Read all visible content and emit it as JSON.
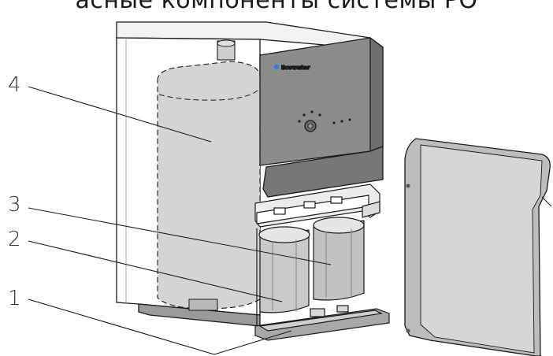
{
  "title": "асные компоненты системы РО",
  "brand": {
    "label": "Ecowater",
    "color": "#2f7fd8"
  },
  "callouts": [
    {
      "number": "4"
    },
    {
      "number": "3"
    },
    {
      "number": "2"
    },
    {
      "number": "1"
    }
  ],
  "colors": {
    "line": "#1a1a1a",
    "body_fill": "#ffffff",
    "tank_fill": "#d4d4d4",
    "panel_fill": "#8c8c8c",
    "panel_shade": "#6f6f6f",
    "filter_fill": "#c9c9c9",
    "door_fill": "#bdbdbd",
    "tray_fill": "#a8a8a8"
  }
}
